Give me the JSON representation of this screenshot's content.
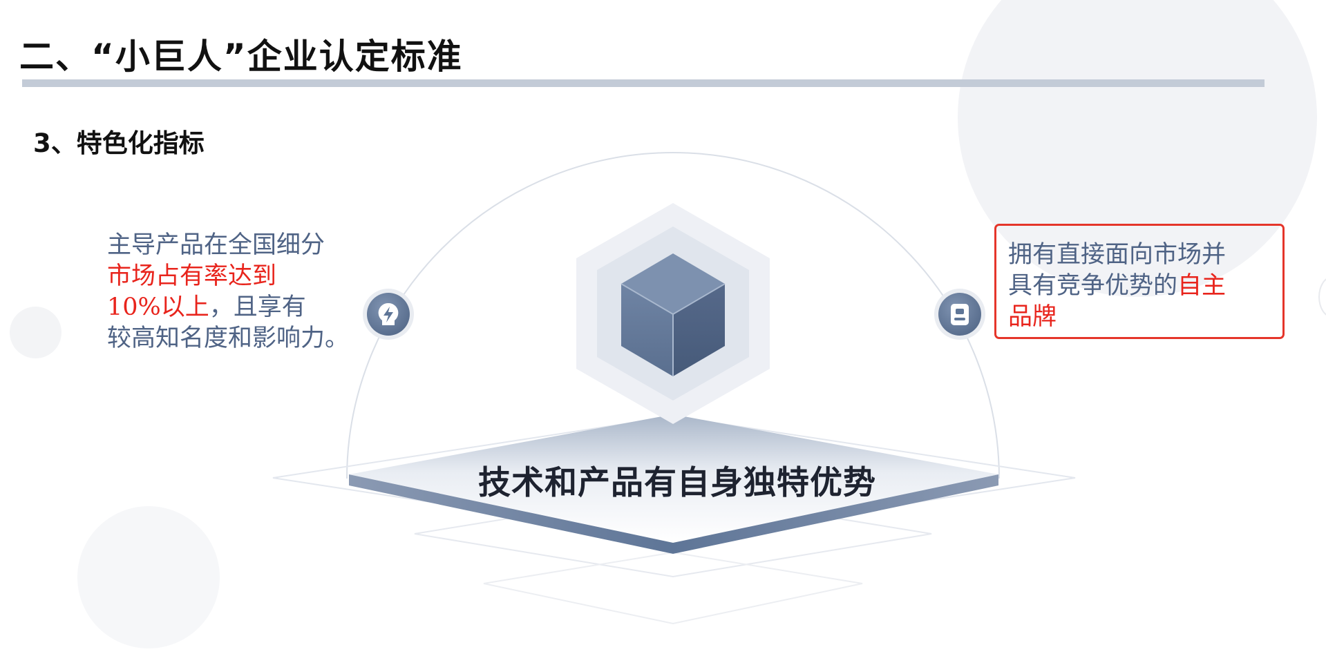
{
  "header": {
    "title": "二、“小巨人”企业认定标准"
  },
  "section": {
    "heading": "3、特色化指标"
  },
  "center": {
    "label": "技术和产品有自身独特优势"
  },
  "left_indicator": {
    "icon": "lightning-bulb-icon",
    "text_1": "主导产品在全国细分",
    "text_2_highlight": "市场占有率达到",
    "text_3_highlight": "10%以上",
    "text_3_rest": "，且享有",
    "text_4": "较高知名度和影响力。"
  },
  "right_indicator": {
    "icon": "brand-tag-icon",
    "text_1": "拥有直接面向市场并",
    "text_2": "具有竞争优势的",
    "text_2_highlight": "自主",
    "text_3_highlight": "品牌"
  },
  "colors": {
    "accent_red": "#e8241c",
    "body_text": "#4f6385",
    "steel_blue": "#5e7597",
    "divider": "#c3cbd7"
  }
}
